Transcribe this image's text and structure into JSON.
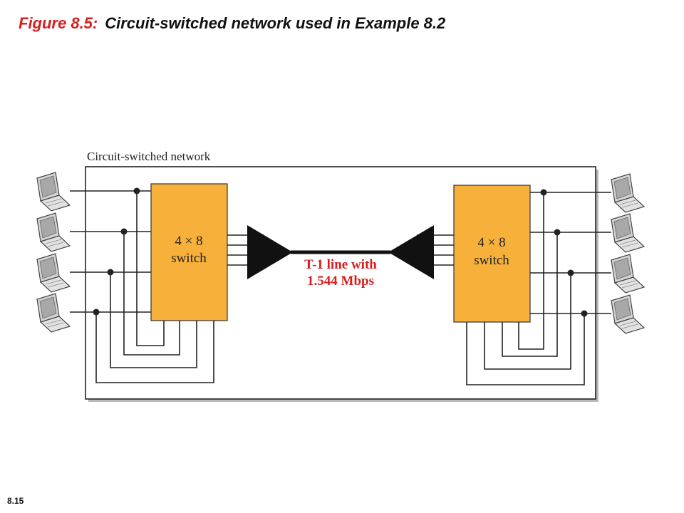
{
  "slide": {
    "figure_label": "Figure 8.5:",
    "figure_title": "Circuit-switched network used in Example 8.2",
    "page_number": "8.15"
  },
  "diagram": {
    "network_label": "Circuit-switched network",
    "left_switch": {
      "line1": "4 × 8",
      "line2": "switch"
    },
    "right_switch": {
      "line1": "4 × 8",
      "line2": "switch"
    },
    "trunk": {
      "line1": "T-1 line with",
      "line2": "1.544 Mbps"
    },
    "colors": {
      "switch_fill": "#f7b03a",
      "trunk_text": "#d81e1e",
      "title_label": "#d81e1e"
    },
    "icons": [
      "laptop-icon",
      "multiplexer-icon",
      "demultiplexer-icon"
    ]
  }
}
